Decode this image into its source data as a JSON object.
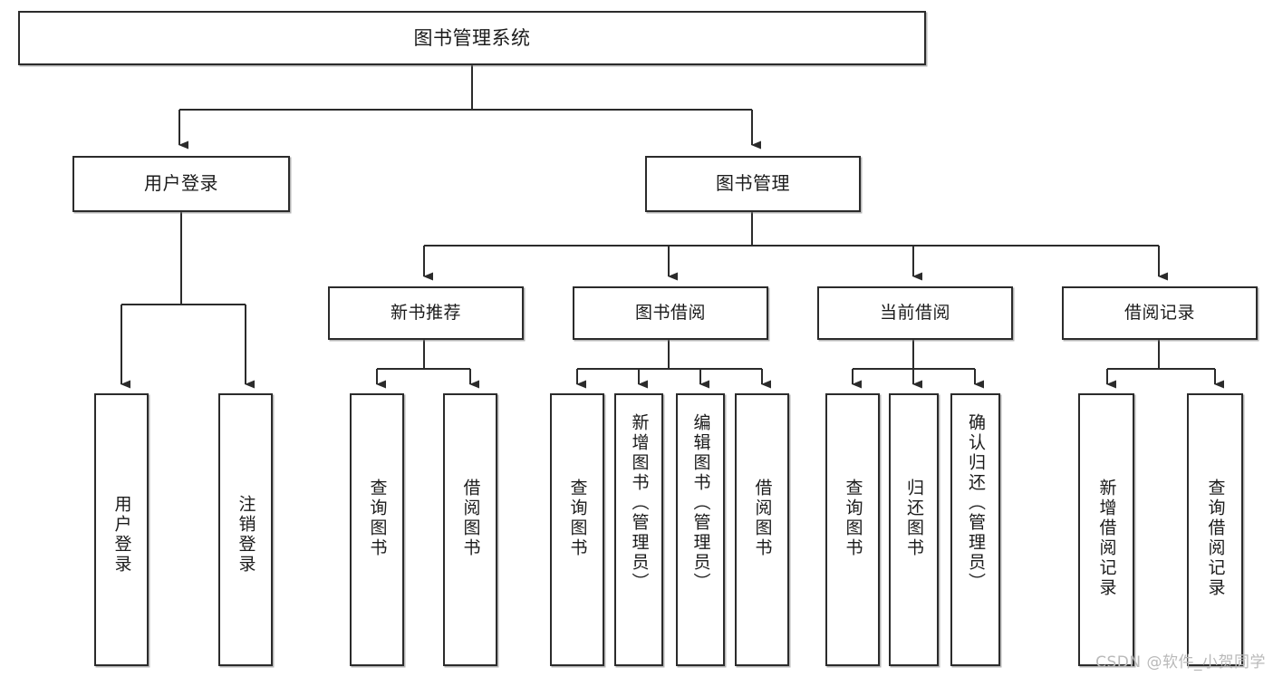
{
  "diagram": {
    "title": "图书管理系统",
    "type": "hierarchy-tree",
    "watermark": "CSDN @软件_小贺同学",
    "colors": {
      "box_border": "#2b2b2b",
      "box_fill": "#ffffff",
      "edge": "#2b2b2b",
      "text": "#1b1b1b",
      "watermark": "#b9b9b9",
      "background": "#ffffff"
    },
    "nodes": {
      "root": {
        "label": "图书管理系统"
      },
      "level2": [
        {
          "id": "user-login",
          "label": "用户登录"
        },
        {
          "id": "book-manage",
          "label": "图书管理"
        }
      ],
      "level3": [
        {
          "id": "new-book-rec",
          "label": "新书推荐"
        },
        {
          "id": "book-borrow",
          "label": "图书借阅"
        },
        {
          "id": "current-borrow",
          "label": "当前借阅"
        },
        {
          "id": "borrow-record",
          "label": "借阅记录"
        }
      ],
      "leaves": {
        "user_login": [
          {
            "id": "leaf-user-login",
            "label": "用户登录"
          },
          {
            "id": "leaf-logout",
            "label": "注销登录"
          }
        ],
        "new_book_rec": [
          {
            "id": "leaf-query-book-1",
            "label": "查询图书"
          },
          {
            "id": "leaf-borrow-book-1",
            "label": "借阅图书"
          }
        ],
        "book_borrow": [
          {
            "id": "leaf-query-book-2",
            "label": "查询图书"
          },
          {
            "id": "leaf-add-book",
            "label": "新增图书（管理员）"
          },
          {
            "id": "leaf-edit-book",
            "label": "编辑图书（管理员）"
          },
          {
            "id": "leaf-borrow-book-2",
            "label": "借阅图书"
          }
        ],
        "current_borrow": [
          {
            "id": "leaf-query-book-3",
            "label": "查询图书"
          },
          {
            "id": "leaf-return-book",
            "label": "归还图书"
          },
          {
            "id": "leaf-confirm-return",
            "label": "确认归还（管理员）"
          }
        ],
        "borrow_record": [
          {
            "id": "leaf-add-record",
            "label": "新增借阅记录"
          },
          {
            "id": "leaf-query-record",
            "label": "查询借阅记录"
          }
        ]
      }
    }
  }
}
